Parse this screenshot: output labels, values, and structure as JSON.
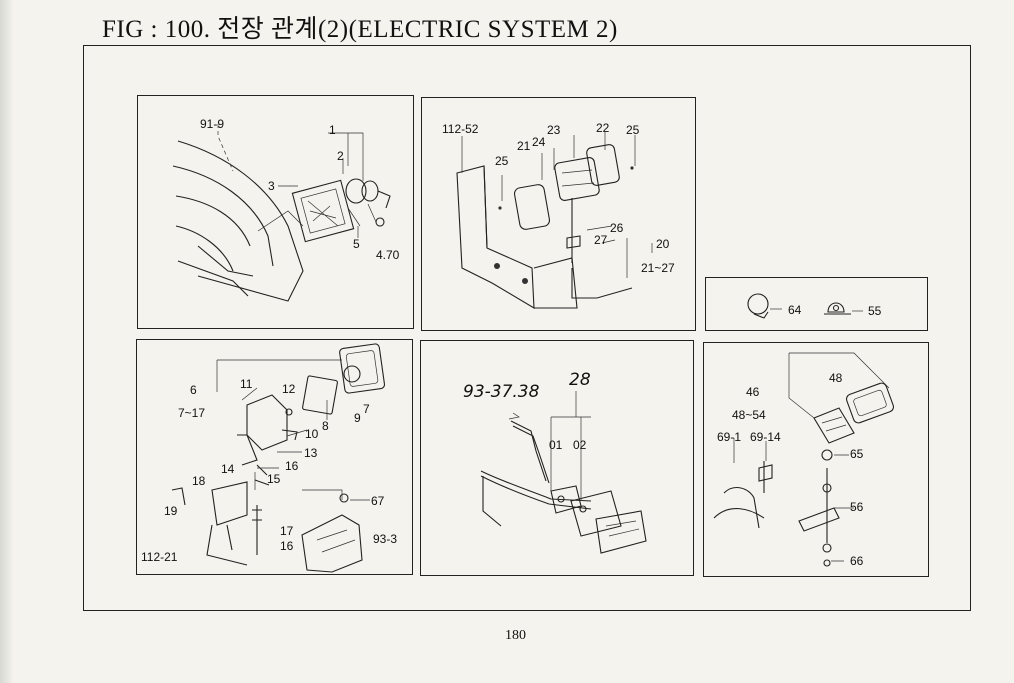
{
  "figure": {
    "title": "FIG : 100. 전장 관계(2)(ELECTRIC SYSTEM 2)"
  },
  "page_number": "180",
  "panels": {
    "headlamp": {
      "labels": [
        "91-9",
        "1",
        "2",
        "3",
        "5",
        "4.70"
      ]
    },
    "mirror": {
      "labels": [
        "112-52",
        "23",
        "22",
        "25",
        "21",
        "24",
        "25",
        "26",
        "27",
        "20",
        "21~27"
      ]
    },
    "clamps": {
      "labels": [
        "64",
        "55"
      ]
    },
    "side_light": {
      "labels": [
        "6",
        "7~17",
        "11",
        "12",
        "10",
        "8",
        "9",
        "7",
        "13",
        "14",
        "16",
        "15",
        "18",
        "19",
        "17",
        "16",
        "112-21",
        "67",
        "93-3"
      ]
    },
    "harness": {
      "labels": [
        "93-37.38",
        "28",
        "01",
        "02"
      ]
    },
    "rear_lamp": {
      "labels": [
        "48",
        "46",
        "48~54",
        "69-1",
        "69-14",
        "65",
        "56",
        "66"
      ]
    }
  }
}
